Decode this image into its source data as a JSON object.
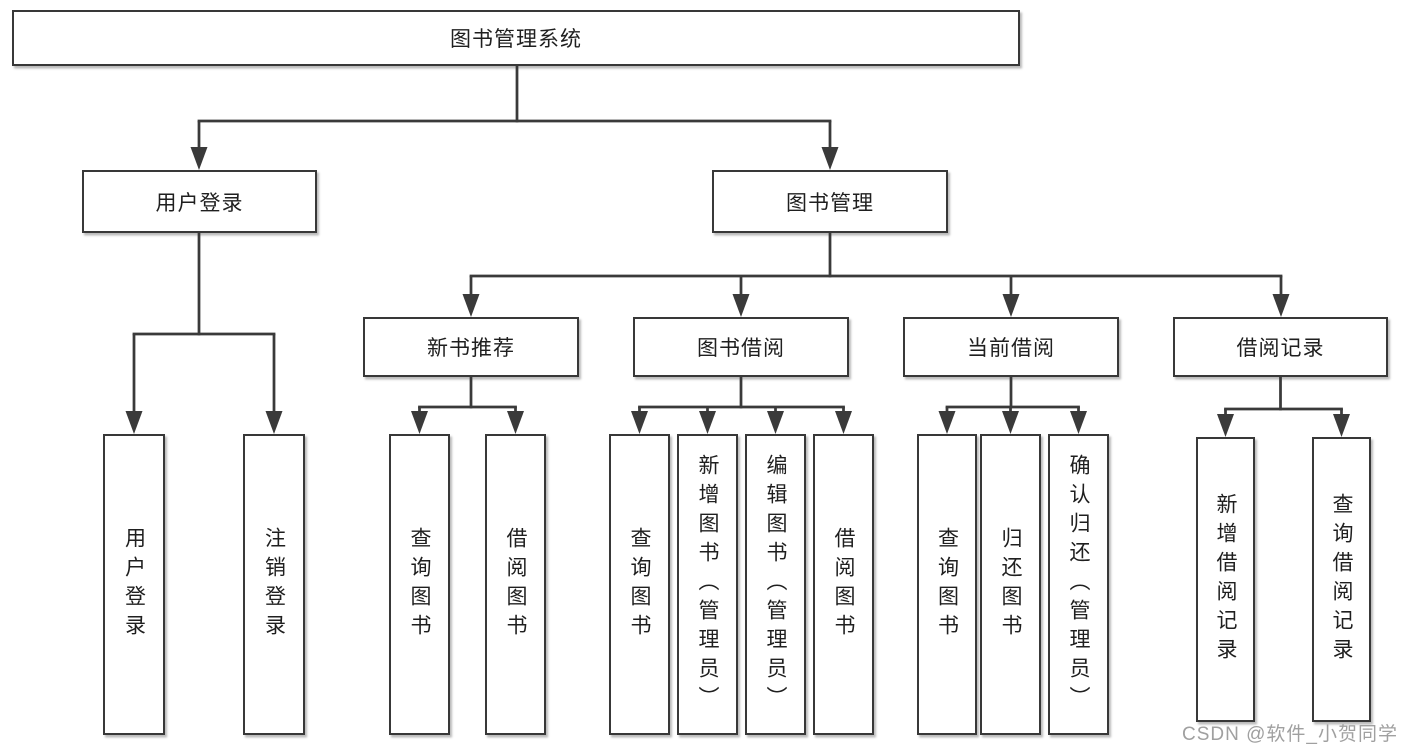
{
  "tree": {
    "root": {
      "label": "图书管理系统",
      "children": [
        {
          "label": "用户登录",
          "children": [
            {
              "label": "用户登录"
            },
            {
              "label": "注销登录"
            }
          ]
        },
        {
          "label": "图书管理",
          "children": [
            {
              "label": "新书推荐",
              "children": [
                {
                  "label": "查询图书"
                },
                {
                  "label": "借阅图书"
                }
              ]
            },
            {
              "label": "图书借阅",
              "children": [
                {
                  "label": "查询图书"
                },
                {
                  "label": "新增图书（管理员）"
                },
                {
                  "label": "编辑图书（管理员）"
                },
                {
                  "label": "借阅图书"
                }
              ]
            },
            {
              "label": "当前借阅",
              "children": [
                {
                  "label": "查询图书"
                },
                {
                  "label": "归还图书"
                },
                {
                  "label": "确认归还（管理员）"
                }
              ]
            },
            {
              "label": "借阅记录",
              "children": [
                {
                  "label": "新增借阅记录"
                },
                {
                  "label": "查询借阅记录"
                }
              ]
            }
          ]
        }
      ]
    }
  },
  "watermark": {
    "text": "CSDN @软件_小贺同学"
  },
  "colors": {
    "line": "#3a3a3a",
    "box_border": "#383838",
    "text": "#1f1f1f",
    "watermark": "#a0a0a0"
  }
}
